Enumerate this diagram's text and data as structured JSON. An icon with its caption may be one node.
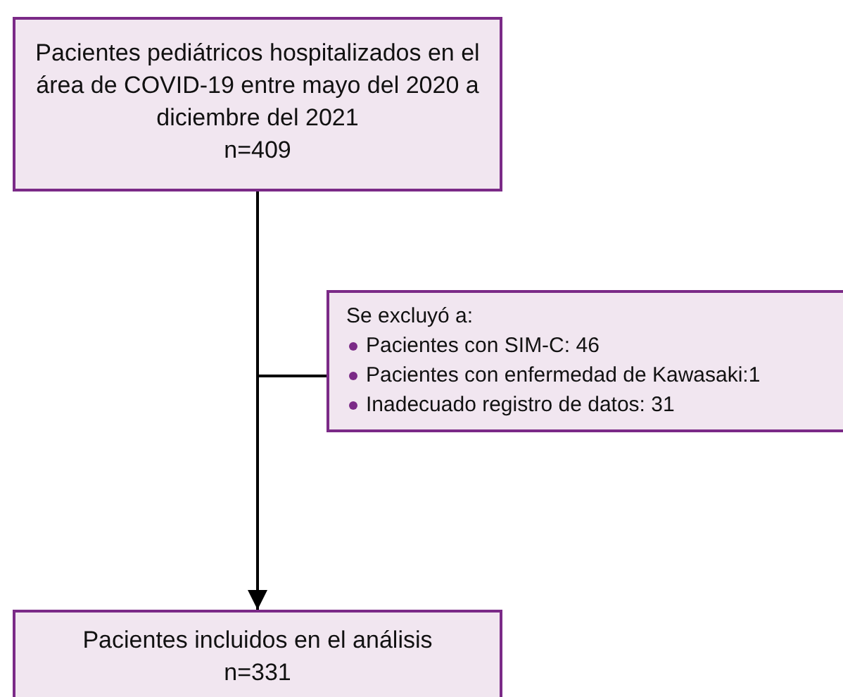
{
  "diagram": {
    "nodes": [
      {
        "text": [
          "Pacientes pediátricos hospitalizados en el área de COVID-19 entre mayo del 2020 a diciembre del 2021",
          "n=409"
        ]
      },
      {
        "text": [
          "Se excluyó a:",
          "Pacientes con SIM-C: 46",
          "Pacientes con enfermedad de Kawasaki:1",
          "Inadecuado registro de datos: 31"
        ]
      },
      {
        "text": [
          "Pacientes incluidos en el análisis",
          "n=331"
        ]
      }
    ],
    "edges": [
      {
        "from": 0,
        "to": 2,
        "arrow": "to"
      },
      {
        "from": 0,
        "to": 1,
        "arrow": "none"
      }
    ]
  }
}
